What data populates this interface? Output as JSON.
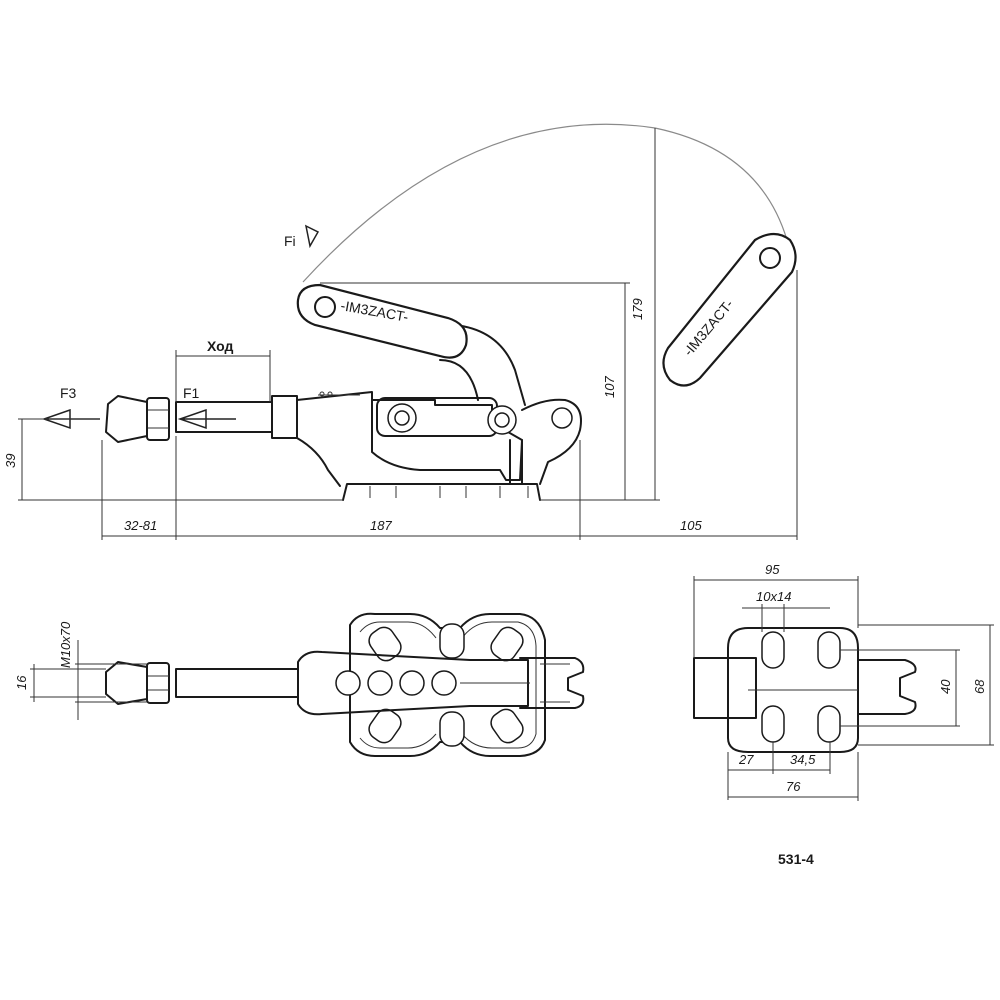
{
  "labels": {
    "stroke": "Ход",
    "force_f3": "F3",
    "force_f1": "F1",
    "force_fi": "Fi",
    "model": "531-4",
    "handle_logo": "-IM3ZACT-"
  },
  "dimensions": {
    "clamp_height": "39",
    "rod_travel": "32-81",
    "body_length": "187",
    "handle_reach": "105",
    "handle_height_closed": "107",
    "handle_height_open": "179",
    "thread": "M10x70",
    "rod_diameter": "16",
    "base_width": "95",
    "slot_size": "10x14",
    "hole_spacing_y": "40",
    "base_depth": "68",
    "offset_a": "27",
    "offset_b": "34,5",
    "base_length": "76"
  },
  "colors": {
    "line": "#1a1a1a",
    "arc": "#8a8a8a",
    "background": "#ffffff"
  }
}
